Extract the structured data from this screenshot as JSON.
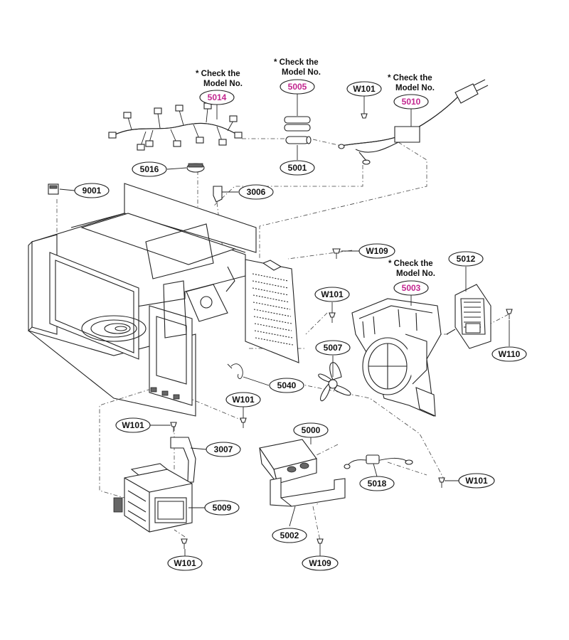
{
  "callouts": [
    {
      "id": "c5014",
      "label": "5014",
      "highlight": true
    },
    {
      "id": "c5005",
      "label": "5005",
      "highlight": true
    },
    {
      "id": "c5010",
      "label": "5010",
      "highlight": true
    },
    {
      "id": "c5003",
      "label": "5003",
      "highlight": true
    },
    {
      "id": "cW101a",
      "label": "W101"
    },
    {
      "id": "c5016",
      "label": "5016"
    },
    {
      "id": "c5001",
      "label": "5001"
    },
    {
      "id": "c9001",
      "label": "9001"
    },
    {
      "id": "c3006",
      "label": "3006"
    },
    {
      "id": "cW109a",
      "label": "W109"
    },
    {
      "id": "c5012",
      "label": "5012"
    },
    {
      "id": "cW101b",
      "label": "W101"
    },
    {
      "id": "cW110",
      "label": "W110"
    },
    {
      "id": "c5007",
      "label": "5007"
    },
    {
      "id": "c5040",
      "label": "5040"
    },
    {
      "id": "cW101c",
      "label": "W101"
    },
    {
      "id": "cW101d",
      "label": "W101"
    },
    {
      "id": "c5000",
      "label": "5000"
    },
    {
      "id": "c3007",
      "label": "3007"
    },
    {
      "id": "cW101e",
      "label": "W101"
    },
    {
      "id": "c5018",
      "label": "5018"
    },
    {
      "id": "c5009",
      "label": "5009"
    },
    {
      "id": "c5002",
      "label": "5002"
    },
    {
      "id": "cW101f",
      "label": "W101"
    },
    {
      "id": "cW109b",
      "label": "W109"
    }
  ],
  "notes": [
    {
      "id": "n5014",
      "line1": "* Check the",
      "line2": "Model No."
    },
    {
      "id": "n5005",
      "line1": "* Check the",
      "line2": "Model No."
    },
    {
      "id": "n5010",
      "line1": "* Check the",
      "line2": "Model No."
    },
    {
      "id": "n5003",
      "line1": "* Check the",
      "line2": "Model No."
    }
  ],
  "colors": {
    "highlight": "#c2268f",
    "line": "#222222"
  }
}
